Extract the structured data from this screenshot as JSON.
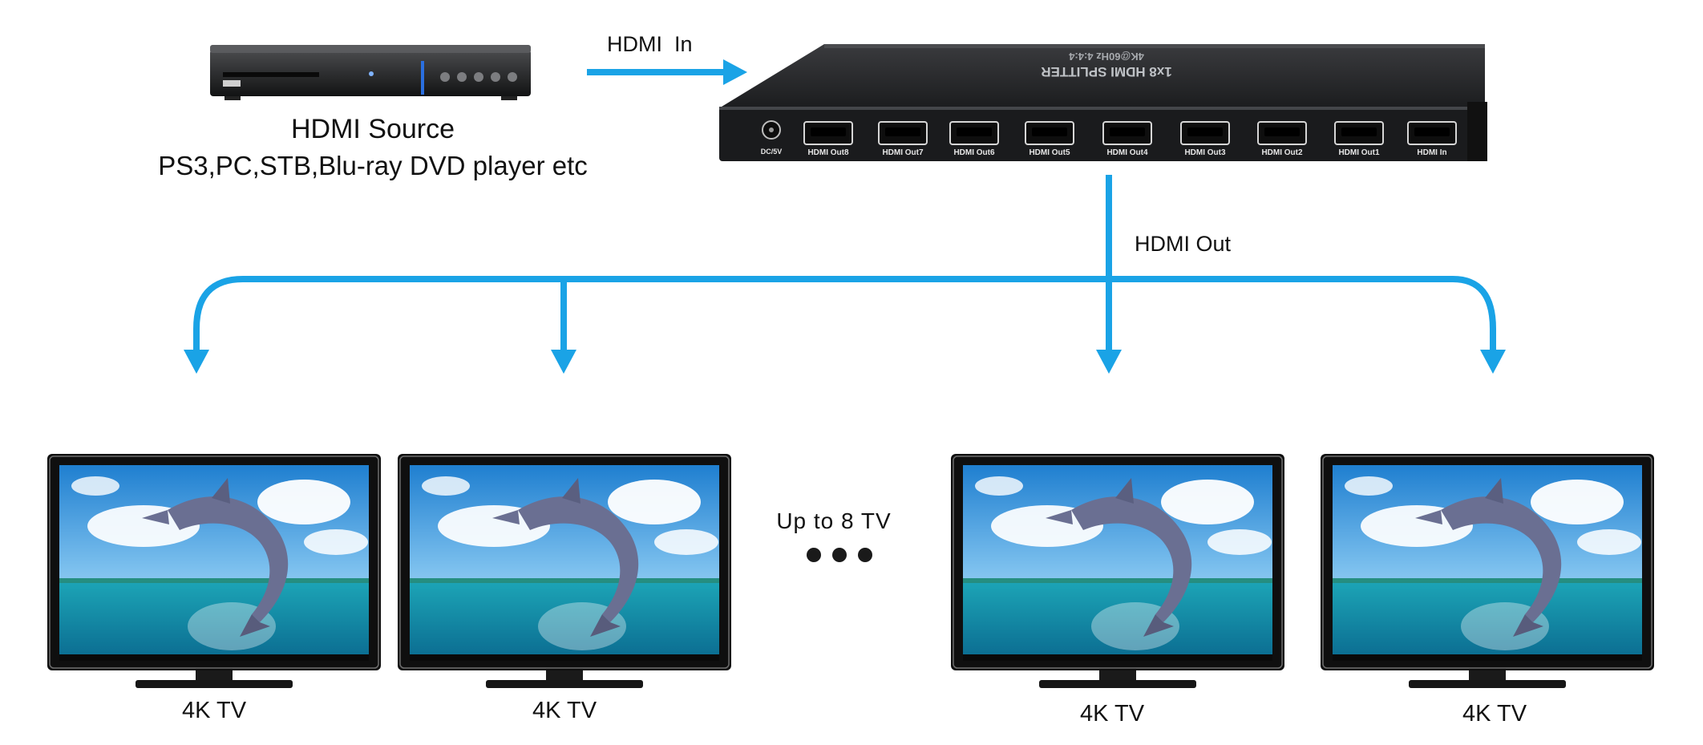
{
  "source": {
    "title": "HDMI Source",
    "subtitle": "PS3,PC,STB,Blu-ray DVD player etc"
  },
  "flow": {
    "input_label": "HDMI  In",
    "output_label": "HDMI Out"
  },
  "splitter": {
    "lid_line1": "1x8 HDMI SPLITTER",
    "lid_line2": "4K@60Hz 4:4:4",
    "power_port": "DC/5V",
    "ports": [
      "HDMI Out8",
      "HDMI Out7",
      "HDMI Out6",
      "HDMI Out5",
      "HDMI Out4",
      "HDMI Out3",
      "HDMI Out2",
      "HDMI Out1",
      "HDMI In"
    ]
  },
  "displays": {
    "tv_label": "4K TV",
    "count_note": "Up to 8 TV"
  },
  "colors": {
    "arrow": "#1aa3e6",
    "device_body": "#2b2c2e",
    "device_face": "#1a1b1d",
    "bezel": "#141414",
    "sky": "#2f8fd6",
    "sea": "#1ba0b6",
    "dolphin": "#6a6f92"
  }
}
